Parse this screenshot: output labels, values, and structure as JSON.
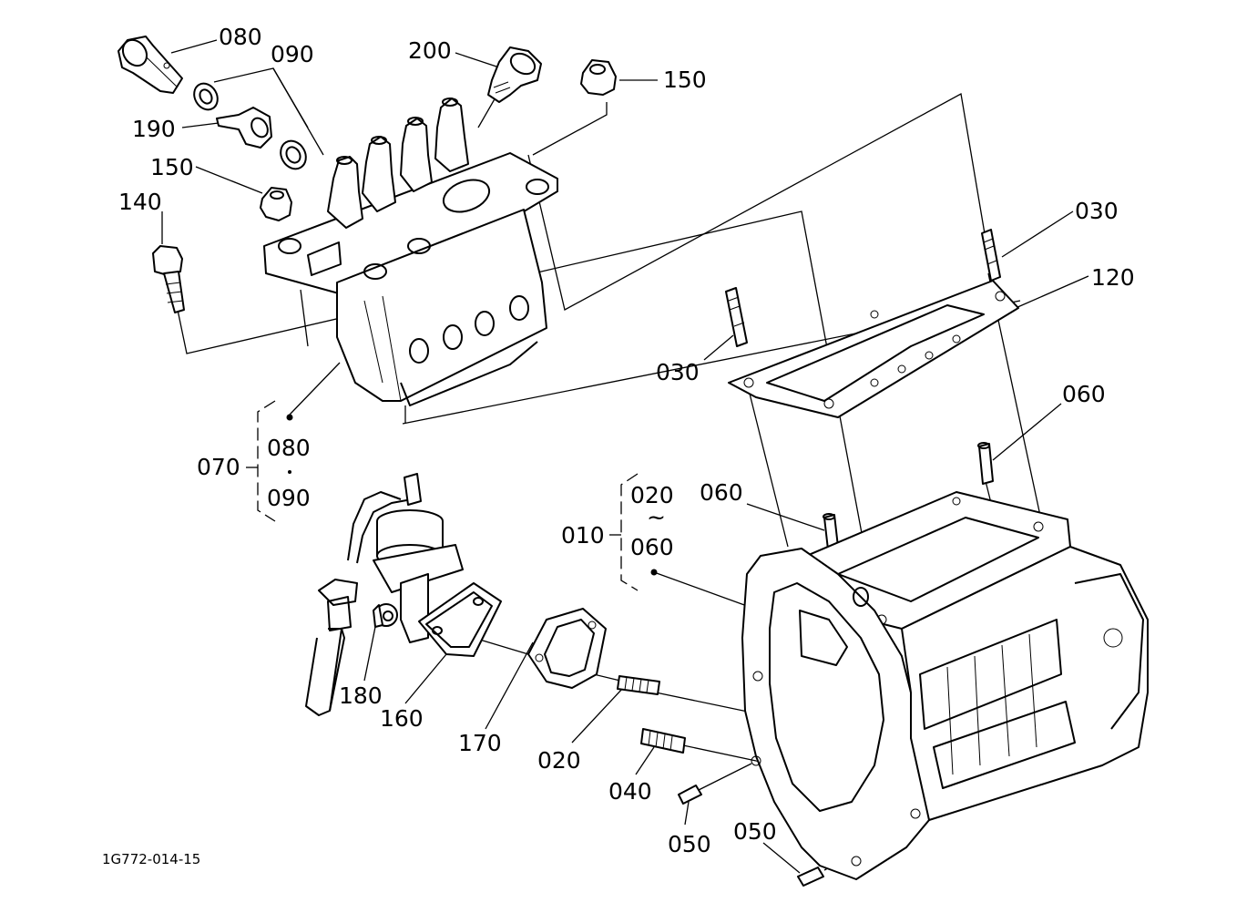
{
  "drawing_number": "1G772-014-15",
  "labels": {
    "p080_top": "080",
    "p090_top": "090",
    "p200": "200",
    "p150_top": "150",
    "p190": "190",
    "p150_left": "150",
    "p140": "140",
    "p030_right": "030",
    "p120": "120",
    "p030_mid": "030",
    "p060_right": "060",
    "p070": "070",
    "p080_group": "080",
    "p090_group": "090",
    "p020_range": "020",
    "tilde": "~",
    "p060_range": "060",
    "p010": "010",
    "p060_mid": "060",
    "p180": "180",
    "p160": "160",
    "p170": "170",
    "p020": "020",
    "p040": "040",
    "p050_left": "050",
    "p050_right": "050"
  },
  "icons": [
    "banjo-bolt",
    "washer",
    "fuel-injection-pump",
    "nut",
    "bolt",
    "stud",
    "gasket",
    "pin",
    "fuel-feed-pump",
    "plug",
    "gear-case"
  ]
}
